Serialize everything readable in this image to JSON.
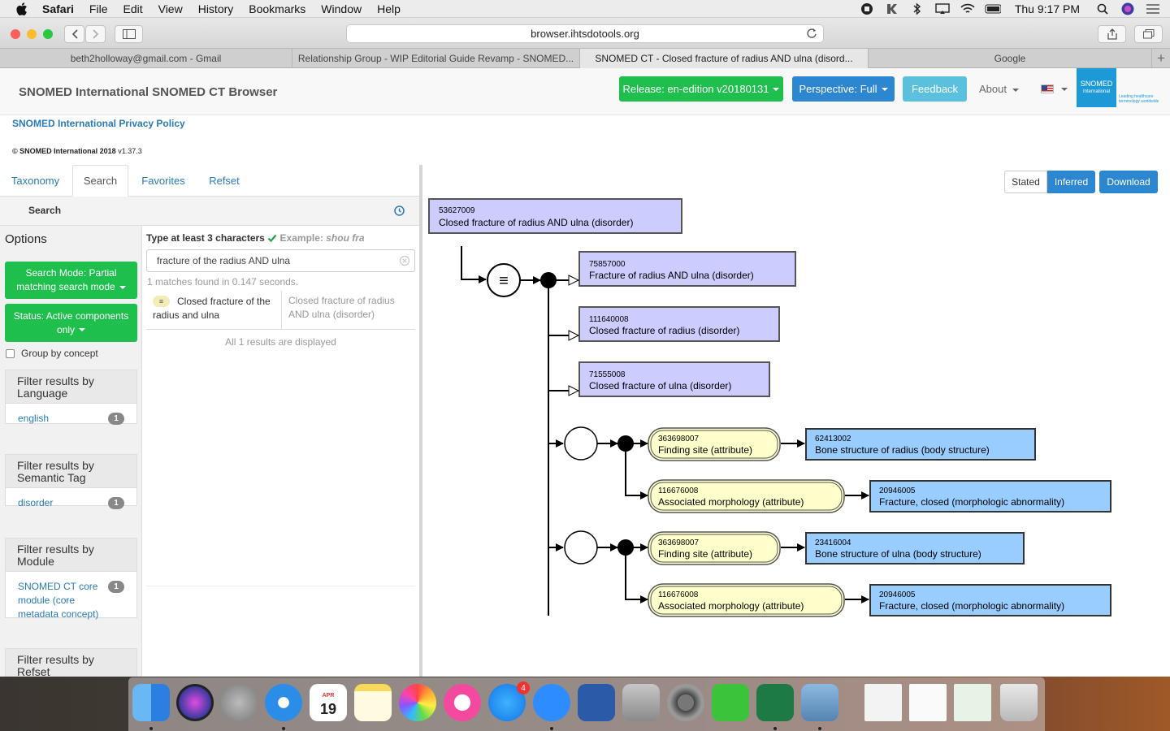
{
  "menubar": {
    "app": "Safari",
    "items": [
      "File",
      "Edit",
      "View",
      "History",
      "Bookmarks",
      "Window",
      "Help"
    ],
    "clock": "Thu 9:17 PM"
  },
  "browser": {
    "url": "browser.ihtsdotools.org",
    "tabs": [
      {
        "label": "beth2holloway@gmail.com - Gmail"
      },
      {
        "label": "Relationship Group - WIP Editorial Guide Revamp - SNOMED..."
      },
      {
        "label": "SNOMED CT - Closed fracture of radius AND ulna (disord..."
      },
      {
        "label": "Google"
      }
    ],
    "new_tab": "+"
  },
  "header": {
    "brand": "SNOMED International SNOMED CT Browser",
    "release": "Release: en-edition v20180131",
    "perspective": "Perspective: Full",
    "feedback": "Feedback",
    "about": "About",
    "logo_title": "SNOMED",
    "logo_sub": "International",
    "logo_tagline": "Leading healthcare terminology worldwide"
  },
  "privacy_link": "SNOMED International Privacy Policy",
  "copyright": {
    "bold": "© SNOMED International 2018",
    "version": "v1.37.3"
  },
  "left_tabs": [
    "Taxonomy",
    "Search",
    "Favorites",
    "Refset"
  ],
  "search_panel": {
    "title": "Search",
    "options_title": "Options",
    "mode_button": "Search Mode: Partial matching search mode",
    "status_button": "Status: Active components only",
    "group_label": "Group by concept",
    "filters": [
      {
        "title": "Filter results by Language",
        "items": [
          {
            "label": "english",
            "count": "1"
          }
        ]
      },
      {
        "title": "Filter results by Semantic Tag",
        "items": [
          {
            "label": "disorder",
            "count": "1"
          }
        ]
      },
      {
        "title": "Filter results by Module",
        "items": [
          {
            "label": "SNOMED CT core module (core metadata concept)",
            "count": "1"
          }
        ]
      },
      {
        "title": "Filter results by Refset",
        "items": []
      }
    ],
    "hint": "Type at least 3 characters",
    "hint_example_label": "Example:",
    "hint_example": "shou fra",
    "query": "fracture of the radius AND ulna",
    "matches": "1 matches found in 0.147 seconds.",
    "result": {
      "icon": "≡",
      "term": "Closed fracture of the radius and ulna",
      "fsn": "Closed fracture of radius AND ulna (disorder)"
    },
    "all_displayed": "All 1 results are displayed"
  },
  "diagram_controls": {
    "stated": "Stated",
    "inferred": "Inferred",
    "download": "Download"
  },
  "diagram": {
    "focus": {
      "id": "53627009",
      "label": "Closed fracture of radius AND ulna (disorder)"
    },
    "parents": [
      {
        "id": "75857000",
        "label": "Fracture of radius AND ulna (disorder)"
      },
      {
        "id": "111640008",
        "label": "Closed fracture of radius (disorder)"
      },
      {
        "id": "71555008",
        "label": "Closed fracture of ulna (disorder)"
      }
    ],
    "definition_symbol": "≡",
    "groups": [
      {
        "relationships": [
          {
            "attr_id": "363698007",
            "attr": "Finding site (attribute)",
            "val_id": "62413002",
            "val": "Bone structure of radius (body structure)"
          },
          {
            "attr_id": "116676008",
            "attr": "Associated morphology (attribute)",
            "val_id": "20946005",
            "val": "Fracture, closed (morphologic abnormality)"
          }
        ]
      },
      {
        "relationships": [
          {
            "attr_id": "363698007",
            "attr": "Finding site (attribute)",
            "val_id": "23416004",
            "val": "Bone structure of ulna (body structure)"
          },
          {
            "attr_id": "116676008",
            "attr": "Associated morphology (attribute)",
            "val_id": "20946005",
            "val": "Fracture, closed (morphologic abnormality)"
          }
        ]
      }
    ]
  },
  "colors": {
    "green": "#1fbf4e",
    "blue": "#2d86d0",
    "teal": "#5bc0de",
    "concept_fill": "#ccccff",
    "attribute_fill": "#ffffcc",
    "value_fill": "#99ccff"
  },
  "dock": {
    "calendar_month": "APR",
    "calendar_day": "19",
    "appstore_badge": "4",
    "apps": [
      "finder-icon",
      "siri-icon",
      "launchpad-icon",
      "safari-icon",
      "calendar-icon",
      "notes-icon",
      "photos-icon",
      "itunes-icon",
      "appstore-icon",
      "zoom-icon",
      "word-icon",
      "calculator-icon",
      "system-preferences-icon",
      "facetime-icon",
      "excel-icon",
      "preview-icon",
      "document-icon",
      "document-icon",
      "spreadsheet-icon",
      "trash-icon"
    ]
  }
}
